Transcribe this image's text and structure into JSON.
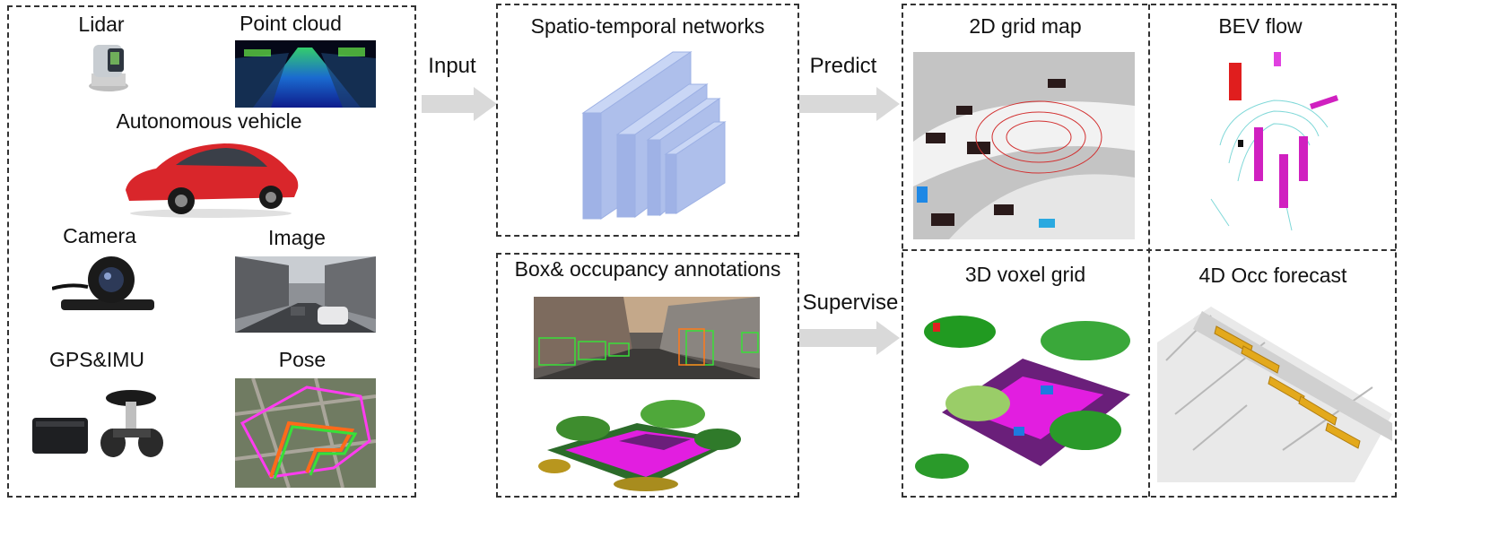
{
  "sensors": {
    "lidar": "Lidar",
    "point_cloud": "Point cloud",
    "vehicle": "Autonomous vehicle",
    "camera": "Camera",
    "image": "Image",
    "gps_imu": "GPS&IMU",
    "pose": "Pose"
  },
  "arrows": {
    "input": "Input",
    "predict": "Predict",
    "supervise": "Supervise"
  },
  "networks": {
    "title": "Spatio-temporal networks"
  },
  "annotations": {
    "title": "Box& occupancy annotations"
  },
  "outputs": {
    "grid_map": "2D grid map",
    "bev_flow": "BEV flow",
    "voxel_grid": "3D voxel grid",
    "occ_forecast": "4D Occ forecast"
  },
  "colors": {
    "border": "#333333",
    "arrow": "#d9d9d9",
    "network_block": "#aebfeb",
    "vehicle_red": "#d9262b"
  }
}
